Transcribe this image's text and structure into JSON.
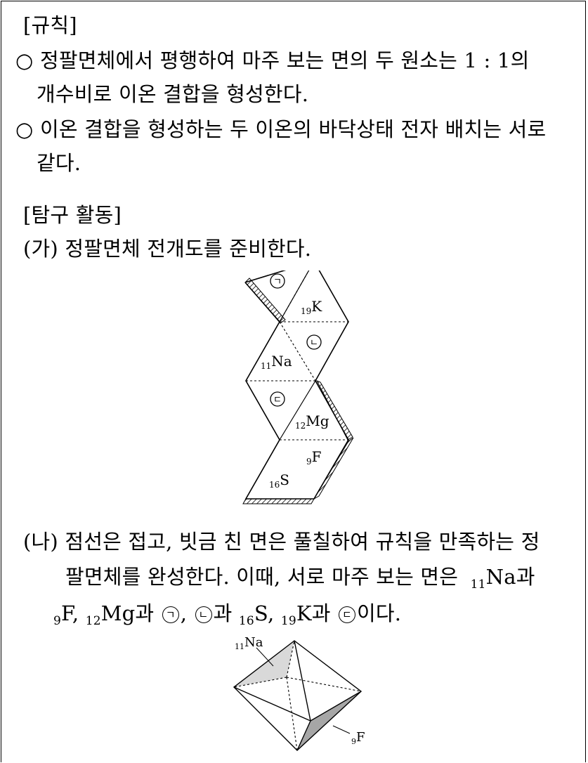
{
  "rule_title": "[규칙]",
  "rules": [
    {
      "bullet": "○",
      "line1": "정팔면체에서 평행하여 마주 보는 면의 두 원소는 1 : 1의",
      "line2": "개수비로 이온 결합을 형성한다."
    },
    {
      "bullet": "○",
      "line1": "이온 결합을 형성하는 두 이온의 바닥상태 전자 배치는 서로",
      "line2": "같다."
    }
  ],
  "activity_title": "[탐구 활동]",
  "step_a": "(가) 정팔면체 전개도를 준비한다.",
  "net_labels": {
    "k": "K",
    "k_num": "19",
    "na": "Na",
    "na_num": "11",
    "mg": "Mg",
    "mg_num": "12",
    "f": "F",
    "f_num": "9",
    "s": "S",
    "s_num": "16",
    "giyeok": "ㄱ",
    "nieun": "ㄴ",
    "digeut": "ㄷ"
  },
  "step_b": {
    "prefix": "(나)",
    "line1": "점선은 접고, 빗금 친 면은 풀칠하여 규칙을 만족하는 정",
    "line2_text": "팔면체를 완성한다. 이때, 서로 마주 보는 면은",
    "na_num": "11",
    "na": "Na",
    "gwa": "과",
    "f_num": "9",
    "f": "F",
    "mg_num": "12",
    "mg": "Mg",
    "giyeok": "ㄱ",
    "nieun": "ㄴ",
    "digeut": "ㄷ",
    "s_num": "16",
    "s": "S",
    "k_num": "19",
    "k": "K",
    "ending": "이다."
  },
  "octa_labels": {
    "na_num": "11",
    "na": "Na",
    "f_num": "9",
    "f": "F"
  },
  "colors": {
    "na_face": "#d9d9d9",
    "f_face": "#a6a6a6"
  }
}
